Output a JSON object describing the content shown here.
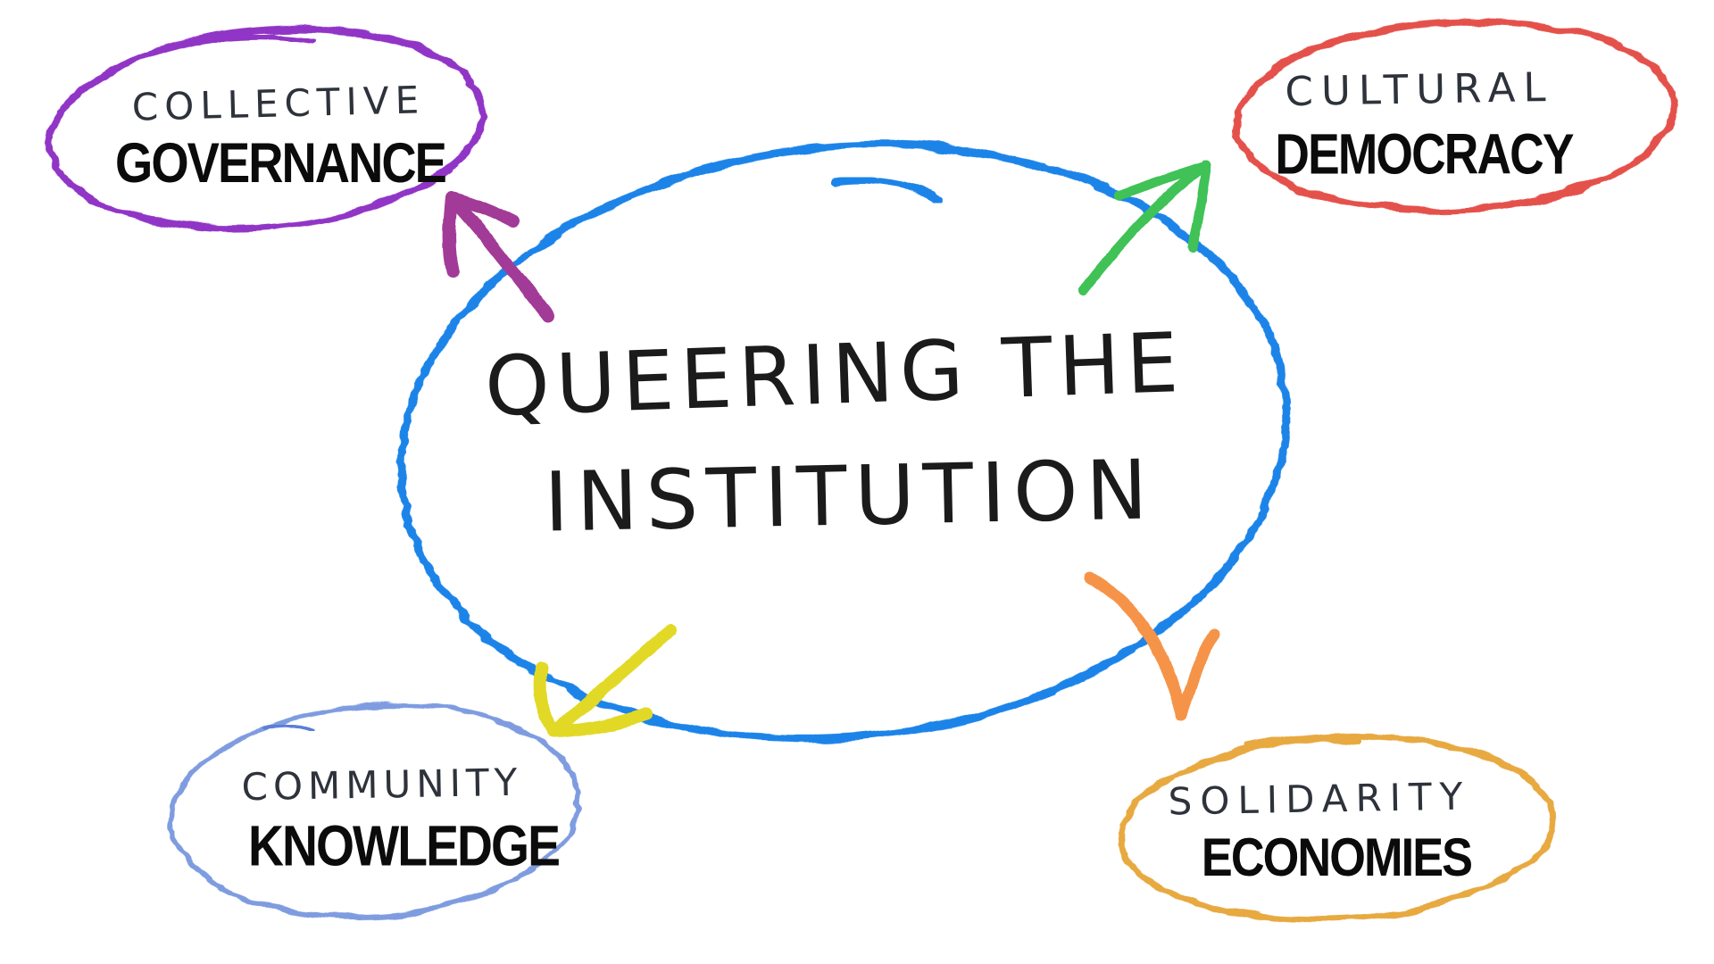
{
  "diagram": {
    "background": "#ffffff",
    "center": {
      "id": "queering-the-institution",
      "line1": "QUEERING THE",
      "line2": "INSTITUTION",
      "ellipse_color": "#1b84e8",
      "text_color": "#1b1b1b"
    },
    "nodes": [
      {
        "id": "collective-governance",
        "position": "top-left",
        "line1": "COLLECTIVE",
        "line2": "GOVERNANCE",
        "ellipse_color": "#9135c6",
        "line1_color": "#2e323b",
        "line2_color": "#0b0b0b"
      },
      {
        "id": "cultural-democracy",
        "position": "top-right",
        "line1": "CULTURAL",
        "line2": "DEMOCRACY",
        "ellipse_color": "#e4514c",
        "line1_color": "#2e323b",
        "line2_color": "#0b0b0b"
      },
      {
        "id": "community-knowledge",
        "position": "bottom-left",
        "line1": "COMMUNITY",
        "line2": "KNOWLEDGE",
        "ellipse_color": "#7e9cdf",
        "line1_color": "#2e323b",
        "line2_color": "#0b0b0b"
      },
      {
        "id": "solidarity-economies",
        "position": "bottom-right",
        "line1": "SOLIDARITY",
        "line2": "ECONOMIES",
        "ellipse_color": "#e7a940",
        "line1_color": "#2e323b",
        "line2_color": "#0b0b0b"
      }
    ],
    "arrows": [
      {
        "id": "arrow-to-collective-governance",
        "from": "center",
        "to": "collective-governance",
        "color": "#a23b97"
      },
      {
        "id": "arrow-to-cultural-democracy",
        "from": "center",
        "to": "cultural-democracy",
        "color": "#3fc257"
      },
      {
        "id": "arrow-to-community-knowledge",
        "from": "center",
        "to": "community-knowledge",
        "color": "#e2d928"
      },
      {
        "id": "arrow-to-solidarity-economies",
        "from": "center",
        "to": "solidarity-economies",
        "color": "#f5944a"
      }
    ]
  }
}
